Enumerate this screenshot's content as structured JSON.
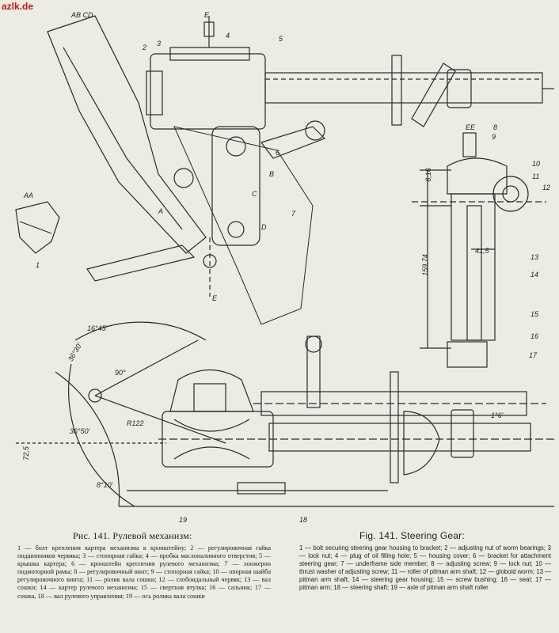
{
  "watermark": "azlk.de",
  "caption": {
    "ru_title": "Рис. 141. Рулевой механизм:",
    "en_title": "Fig. 141. Steering Gear:",
    "ru_legend": "1 — болт крепления картера механизма к кронштейну; 2 — регулировочная гайка подшипников червяка; 3 — стопорная гайка; 4 — пробка маслоналивного отверстия; 5 — крышка картера; 6 — кронштейн крепления рулевого механизма; 7 — лонжерон подмоторной рамы; 8 — регулировочный винт; 9 — стопорная гайка; 10 — опорная шайба регулировочного винта; 11 — ролик вала сошки; 12 — глобоидальный червяк; 13 — вал сошки; 14 — картер рулевого механизма; 15 — свертная втулка; 16 — сальник; 17 — сошка, 18 — вал рулевого управления; 19 — ось ролика вала сошки",
    "en_legend": "1 — bolt securing steering gear housing to bracket; 2 — adjusting nut of worm bearings; 3 — lock nut; 4 — plug of oil filling hole; 5 — housing cover; 6 — bracket for attachment steering gear; 7 — underframe side member; 8 — adjusting screw; 9 — lock nut; 10 — thrust washer of adjusting screw; 11 — roller of pitman arm shaft; 12 — globoid worm; 13 — pitman arm shaft; 14 — steering gear housing; 15 — screw bushing; 16 — seal; 17 — pitman arm; 18 — steering shaft; 19 — axle of pitman arm shaft roller"
  },
  "drawing_labels": {
    "section_abcd": "АВ СD",
    "section_aa": "АА",
    "section_ee": "ЕЕ",
    "letter_e": "Е",
    "letter_a": "А",
    "letter_b": "В",
    "letter_c": "С",
    "letter_d": "D",
    "dim_616": "6,16",
    "dim_15974": "159,74",
    "dim_415": "41,5",
    "dim_r122": "R122",
    "dim_3650": "36°50'",
    "dim_725": "72,5",
    "dim_8": "8°10'",
    "dim_90": "90°",
    "dim_1645": "16°45'",
    "dim_3630": "36°30'",
    "dim_16": "1°6'"
  },
  "part_numbers": [
    "1",
    "2",
    "3",
    "4",
    "5",
    "6",
    "7",
    "8",
    "9",
    "10",
    "11",
    "12",
    "13",
    "14",
    "15",
    "16",
    "17",
    "18",
    "19"
  ]
}
